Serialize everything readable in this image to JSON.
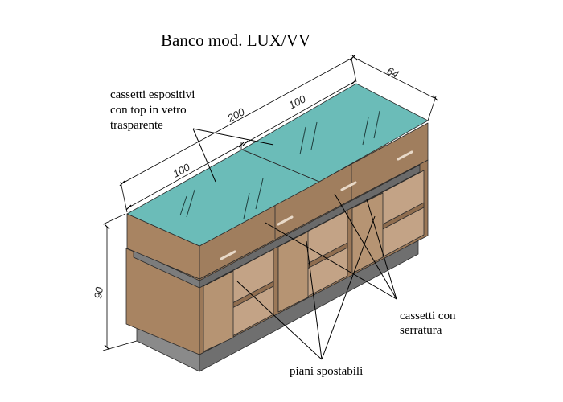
{
  "title": "Banco mod. LUX/VV",
  "dimensions": {
    "total_length": "200",
    "section_left": "100",
    "section_right": "100",
    "depth": "64",
    "height": "90"
  },
  "callouts": {
    "display_drawers": [
      "cassetti espositivi",
      "con top in vetro",
      "trasparente"
    ],
    "lock_drawers": [
      "cassetti con",
      "serratura"
    ],
    "shelves": [
      "piani spostabili"
    ]
  },
  "colors": {
    "wood_front": "#a88462",
    "wood_dark": "#8f6d4f",
    "wood_light": "#c3a386",
    "glass": "#6bbcb8",
    "plinth": "#8a8a8a",
    "plinth_dark": "#6a6a6a",
    "line": "#000000"
  }
}
